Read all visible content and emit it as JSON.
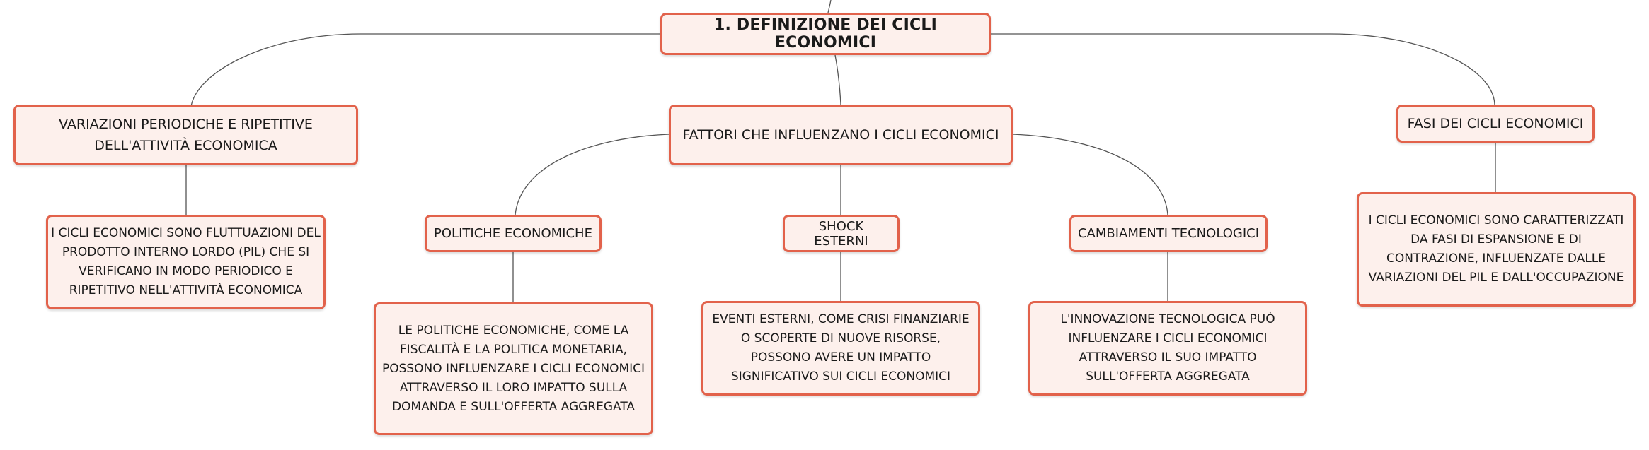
{
  "colors": {
    "node_border": "#e2624b",
    "node_fill": "#fdf0ec",
    "connector": "#555555"
  },
  "root": {
    "label": "1. DEFINIZIONE DEI CICLI ECONOMICI"
  },
  "branches": {
    "variazioni": {
      "label": "VARIAZIONI PERIODICHE E RIPETITIVE DELL'ATTIVITÀ ECONOMICA",
      "detail": "I CICLI ECONOMICI SONO FLUTTUAZIONI DEL PRODOTTO INTERNO LORDO (PIL) CHE SI VERIFICANO IN MODO PERIODICO E RIPETITIVO NELL'ATTIVITÀ ECONOMICA"
    },
    "fattori": {
      "label": "FATTORI CHE INFLUENZANO I CICLI ECONOMICI",
      "children": {
        "politiche": {
          "label": "POLITICHE ECONOMICHE",
          "detail": "LE POLITICHE ECONOMICHE, COME LA FISCALITÀ E LA POLITICA MONETARIA, POSSONO INFLUENZARE I CICLI ECONOMICI ATTRAVERSO IL LORO IMPATTO SULLA DOMANDA E SULL'OFFERTA AGGREGATA"
        },
        "shock": {
          "label": "SHOCK ESTERNI",
          "detail": "EVENTI ESTERNI, COME CRISI FINANZIARIE O SCOPERTE DI NUOVE RISORSE, POSSONO AVERE UN IMPATTO SIGNIFICATIVO SUI CICLI ECONOMICI"
        },
        "tecnologici": {
          "label": "CAMBIAMENTI TECNOLOGICI",
          "detail": "L'INNOVAZIONE TECNOLOGICA PUÒ INFLUENZARE I CICLI ECONOMICI ATTRAVERSO IL SUO IMPATTO SULL'OFFERTA AGGREGATA"
        }
      }
    },
    "fasi": {
      "label": "FASI DEI CICLI ECONOMICI",
      "detail": "I CICLI ECONOMICI SONO CARATTERIZZATI DA FASI DI ESPANSIONE E DI CONTRAZIONE, INFLUENZATE DALLE VARIAZIONI DEL PIL E DALL'OCCUPAZIONE"
    }
  }
}
